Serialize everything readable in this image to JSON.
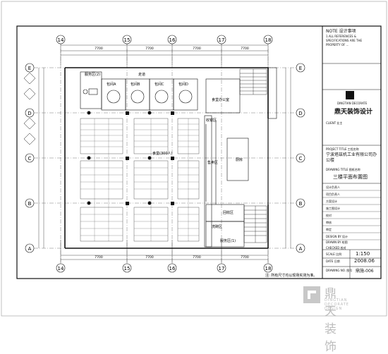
{
  "title_block": {
    "note_title": "NOTE 设计事项",
    "note_lines": [
      "1.ALL REFERENCES &",
      "SPECIFICATIONS ARE THE",
      "PROPERTY OF ..."
    ],
    "company_cn": "鼎天装饰设计",
    "company_en": "DINGTIAN DECORATE",
    "client_label": "CLIENT 业主",
    "project_title_label": "PROJECT TITLE 工程名称",
    "project_title": "宁波塔兹机工业有限公司办公楼",
    "drawing_title_label": "DRAWING TITLE 图纸名称",
    "drawing_title": "三楼平面布置图",
    "rows": [
      "设计负责人",
      "项目负责人",
      "方案设计",
      "施工图设计",
      "校对",
      "审核",
      "审定",
      "DESIGN BY 设计",
      "DRAWN BY 绘图",
      "CHECKED 校对",
      "SCALE 比例",
      "DATE 日期",
      "DRAWING NO. 图号"
    ],
    "scale": "1:150",
    "date": "2008.06",
    "drawing_no": "鼎施-006"
  },
  "axes": {
    "columns": [
      "14",
      "15",
      "16",
      "17",
      "18"
    ],
    "rows": [
      "E",
      "D",
      "C",
      "B",
      "A"
    ]
  },
  "dimensions": {
    "top": [
      "7700",
      "7700",
      "7700",
      "7700"
    ],
    "bottom": [
      "7700",
      "7700",
      "7700",
      "7700"
    ]
  },
  "rooms": {
    "hostess": "服务区(2)",
    "corridor": "走道",
    "private_a": "包间A",
    "private_b": "包间B",
    "private_c": "包间C",
    "private_d": "包间D",
    "canteen_office": "食堂办公室",
    "cashier": "收银区",
    "serving": "售卖区",
    "canteen_hall": "食堂(300人)",
    "kitchen": "厨房",
    "return_area": "回收区",
    "washing": "洗碗区",
    "service_area": "服务区(1)"
  },
  "footnote": "注: 所有尺寸均以现场实测为准。",
  "watermark": {
    "cn": "鼎天装饰",
    "en": "DINGTIAN DECORATE DESIGN"
  }
}
